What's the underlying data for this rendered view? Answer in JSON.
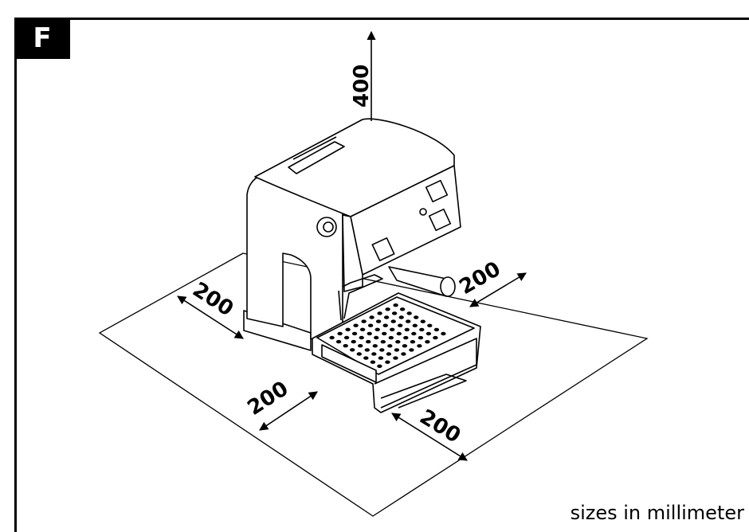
{
  "figure": {
    "label": "F",
    "caption": "sizes in millimeter",
    "dimensions": {
      "top": "400",
      "left": "200",
      "right": "200",
      "front_left": "200",
      "front_right": "200"
    }
  },
  "colors": {
    "line": "#000000",
    "background": "#ffffff"
  }
}
